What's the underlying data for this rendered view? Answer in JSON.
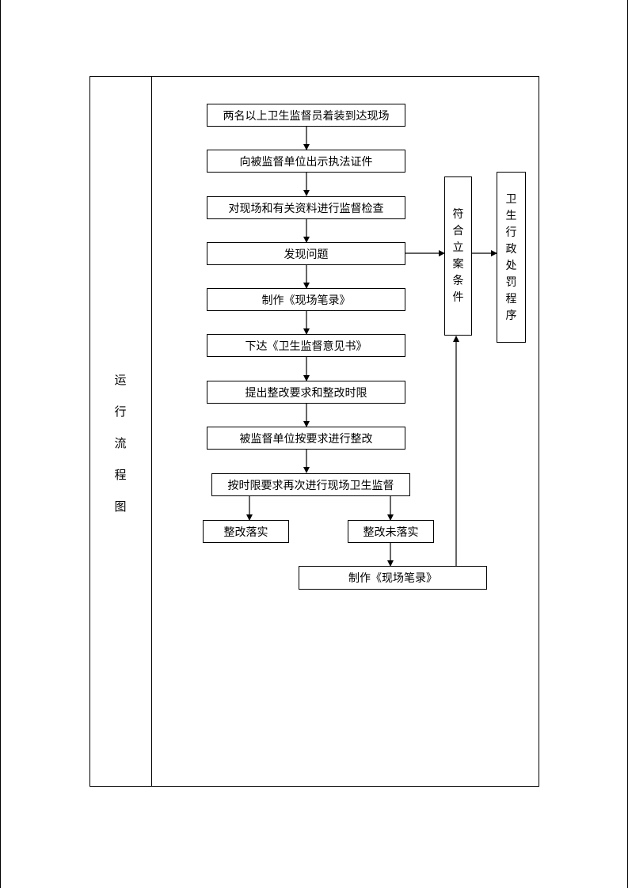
{
  "side_label": [
    "运",
    "行",
    "流",
    "程",
    "图"
  ],
  "steps": [
    "两名以上卫生监督员着装到达现场",
    "向被监督单位出示执法证件",
    "对现场和有关资料进行监督检查",
    "发现问题",
    "制作《现场笔录》",
    "下达《卫生监督意见书》",
    "提出整改要求和整改时限",
    "被监督单位按要求进行整改",
    "按时限要求再次进行现场卫生监督"
  ],
  "outcomes": {
    "done": "整改落实",
    "not_done": "整改未落实",
    "record": "制作《现场笔录》"
  },
  "case_filing": [
    "符",
    "合",
    "立",
    "案",
    "条",
    "件"
  ],
  "penalty": [
    "卫",
    "生",
    "行",
    "政",
    "处",
    "罚",
    "程",
    "序"
  ]
}
